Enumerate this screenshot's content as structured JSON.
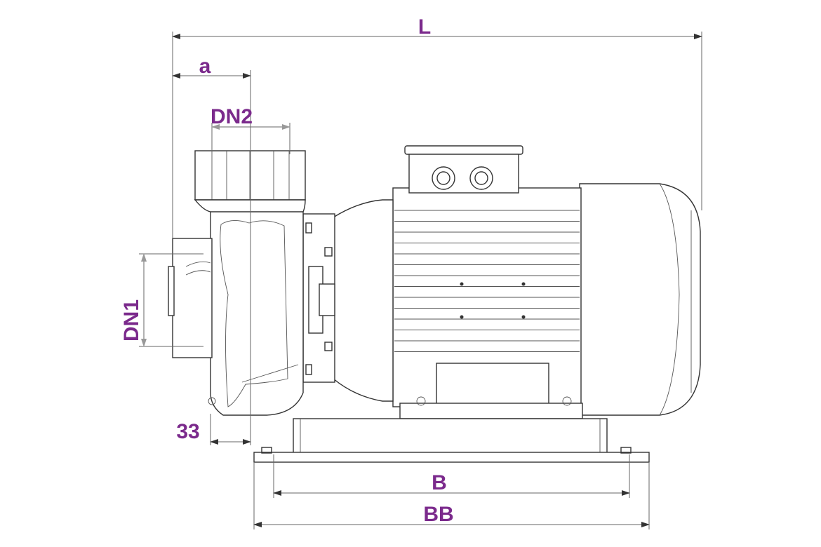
{
  "dimensions": {
    "L": "L",
    "a": "a",
    "DN2": "DN2",
    "DN1": "DN1",
    "offset_33": "33",
    "B": "B",
    "BB": "BB"
  },
  "colors": {
    "label": "#7b2a8c",
    "line": "#333333"
  }
}
